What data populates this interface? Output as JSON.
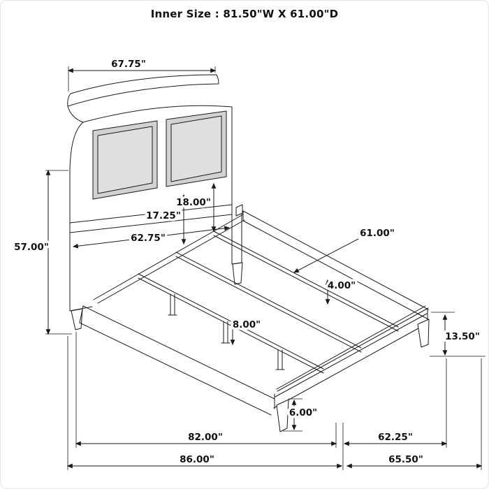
{
  "title": "Inner Size : 81.50\"W X 61.00\"D",
  "diagram": {
    "labels": {
      "headboard_width": "67.75\"",
      "headboard_height": "57.00\"",
      "right_panel_height": "18.00\"",
      "left_panel_height": "17.25\"",
      "headboard_inner_width": "62.75\"",
      "inner_depth": "61.00\"",
      "rail_height": "4.00\"",
      "center_support_height": "8.00\"",
      "footboard_height": "13.50\"",
      "foot_leg_height": "6.00\"",
      "inner_length": "82.00\"",
      "footboard_width": "62.25\"",
      "overall_length": "86.00\"",
      "overall_width": "65.50\""
    },
    "colors": {
      "line": "#1a1a1a",
      "panel_fill": "#d2d2d2",
      "panel_inner_fill": "#dfdfdf",
      "background": "#ffffff"
    }
  }
}
